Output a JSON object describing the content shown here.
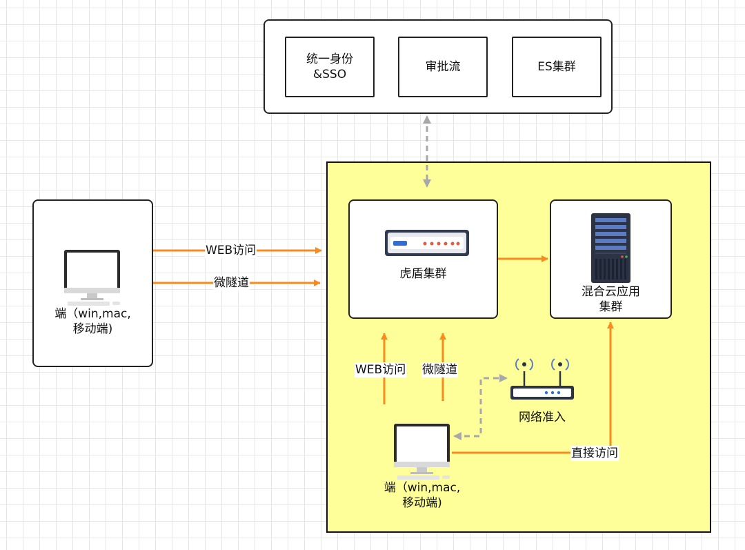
{
  "top_services": {
    "identity": "统一身份\n&SSO",
    "approval": "审批流",
    "es": "ES集群"
  },
  "left_client": {
    "label": "端（win,mac,\n移动端)"
  },
  "edges": {
    "web_access": "WEB访问",
    "micro_tunnel": "微隧道",
    "inner_web_access": "WEB访问",
    "inner_micro_tunnel": "微隧道",
    "direct_access": "直接访问"
  },
  "tiger_cluster": {
    "label": "虎盾集群"
  },
  "hybrid_cloud": {
    "label": "混合云应用\n集群"
  },
  "network_access": {
    "label": "网络准入"
  },
  "inner_client": {
    "label": "端（win,mac,\n移动端)"
  },
  "colors": {
    "zone_fill": "#ffff99",
    "arrow_orange": "#f98a1e",
    "dashed_gray": "#a8a8a8"
  }
}
